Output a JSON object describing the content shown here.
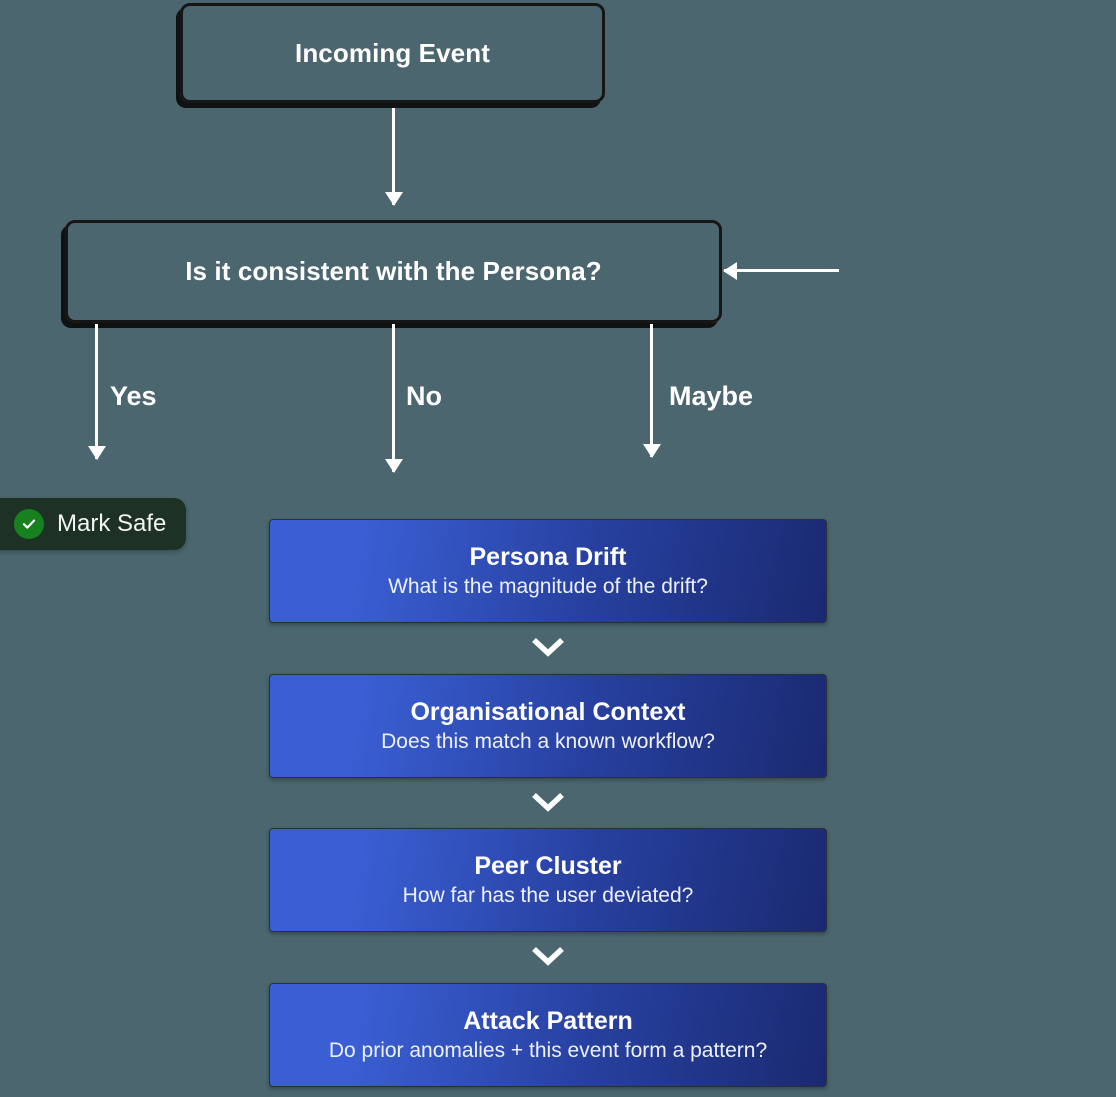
{
  "theme": {
    "background": "#4b666e",
    "node_border": "#161616",
    "arrow_color": "#ffffff",
    "card_gradient_start": "#3a5fd4",
    "card_gradient_end": "#1a2a71",
    "badge_background": "#1d3225",
    "badge_accent": "#17801f",
    "text_color": "#ffffff"
  },
  "flow": {
    "start_node": {
      "label": "Incoming Event"
    },
    "decision_node": {
      "label": "Is it consistent with the Persona?"
    },
    "loopback_arrow": {
      "name": "loopback-arrow",
      "direction": "left"
    },
    "branches": [
      {
        "label": "Yes",
        "target": "mark-safe"
      },
      {
        "label": "No",
        "target": "persona-drift"
      },
      {
        "label": "Maybe",
        "target": "persona-drift"
      }
    ],
    "outcome_badge": {
      "label": "Mark Safe",
      "icon": "check-icon"
    },
    "analysis_cards": [
      {
        "title": "Persona Drift",
        "subtitle": "What is the magnitude of the drift?"
      },
      {
        "title": "Organisational Context",
        "subtitle": "Does this match a known workflow?"
      },
      {
        "title": "Peer Cluster",
        "subtitle": "How far has the user deviated?"
      },
      {
        "title": "Attack Pattern",
        "subtitle": "Do prior anomalies + this event form a pattern?"
      }
    ],
    "connectors": [
      {
        "icon": "chevron-down-icon"
      },
      {
        "icon": "chevron-down-icon"
      },
      {
        "icon": "chevron-down-icon"
      }
    ]
  }
}
